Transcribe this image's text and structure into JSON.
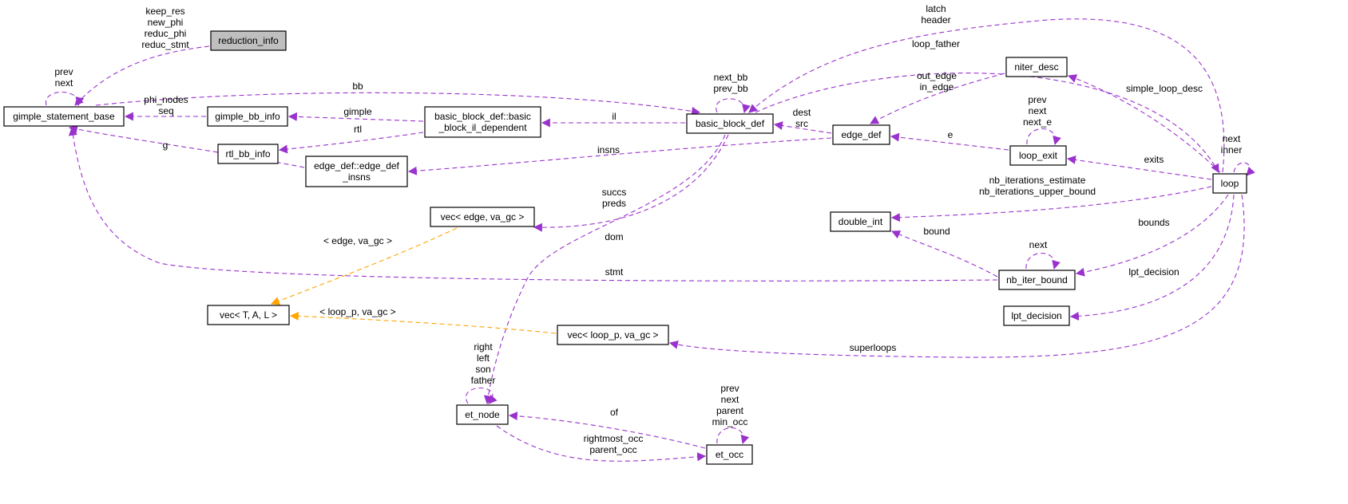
{
  "colors": {
    "member_edge": "#9a32cd",
    "template_edge": "#ffa500",
    "node_border": "#000000",
    "node_highlight": "#bfbfbf"
  },
  "nodes": {
    "reduction_info": [
      "reduction_info"
    ],
    "gimple_statement_base": [
      "gimple_statement_base"
    ],
    "gimple_bb_info": [
      "gimple_bb_info"
    ],
    "rtl_bb_info": [
      "rtl_bb_info"
    ],
    "basic_block_il_dependent": [
      "basic_block_def::basic",
      "_block_il_dependent"
    ],
    "basic_block_def": [
      "basic_block_def"
    ],
    "edge_def": [
      "edge_def"
    ],
    "niter_desc": [
      "niter_desc"
    ],
    "loop_exit": [
      "loop_exit"
    ],
    "loop": [
      "loop"
    ],
    "edge_def_insns": [
      "edge_def::edge_def",
      "_insns"
    ],
    "vec_edge": [
      "vec< edge, va_gc >"
    ],
    "double_int": [
      "double_int"
    ],
    "vec_TAL": [
      "vec< T, A, L >"
    ],
    "nb_iter_bound": [
      "nb_iter_bound"
    ],
    "lpt_decision": [
      "lpt_decision"
    ],
    "vec_loop_p": [
      "vec< loop_p, va_gc >"
    ],
    "et_node": [
      "et_node"
    ],
    "et_occ": [
      "et_occ"
    ]
  },
  "edges": {
    "reduction_info_gsb": [
      "keep_res",
      "new_phi",
      "reduc_phi",
      "reduc_stmt"
    ],
    "gsb_self": [
      "prev",
      "next"
    ],
    "gbi_gsb": [
      "phi_nodes",
      "seq"
    ],
    "gsb_bbd": [
      "bb"
    ],
    "bbil_gbi": [
      "gimple"
    ],
    "bbil_rtl": [
      "rtl"
    ],
    "bbd_bbil": [
      "il"
    ],
    "bbd_self": [
      "next_bb",
      "prev_bb"
    ],
    "loop_bbd": [
      "latch",
      "header"
    ],
    "bbd_loop": [
      "loop_father"
    ],
    "edge_bbd": [
      "dest",
      "src"
    ],
    "niter_edge": [
      "out_edge",
      "in_edge"
    ],
    "loop_niter": [
      "simple_loop_desc"
    ],
    "loopexit_self": [
      "prev",
      "next",
      "next_e"
    ],
    "loopexit_edge": [
      "e"
    ],
    "loop_self": [
      "next",
      "inner"
    ],
    "loop_loopexit": [
      "exits"
    ],
    "edge_insns": [
      "insns"
    ],
    "insns_gsb": [
      "g"
    ],
    "bbd_vecedge": [
      "succs",
      "preds"
    ],
    "loop_double": [
      "nb_iterations_estimate",
      "nb_iterations_upper_bound"
    ],
    "bbd_etnode": [
      "dom"
    ],
    "nbiter_double": [
      "bound"
    ],
    "nbiter_self": [
      "next"
    ],
    "loop_nbiter": [
      "bounds"
    ],
    "nbiter_gsb": [
      "stmt"
    ],
    "vecedge_vectal": [
      "< edge, va_gc >"
    ],
    "loop_lpt": [
      "lpt_decision"
    ],
    "veclp_vectal": [
      "< loop_p, va_gc >"
    ],
    "loop_veclp": [
      "superloops"
    ],
    "etnode_self": [
      "right",
      "left",
      "son",
      "father"
    ],
    "etocc_etnode": [
      "of"
    ],
    "etocc_self": [
      "prev",
      "next",
      "parent",
      "min_occ"
    ],
    "etnode_etocc": [
      "rightmost_occ",
      "parent_occ"
    ]
  }
}
